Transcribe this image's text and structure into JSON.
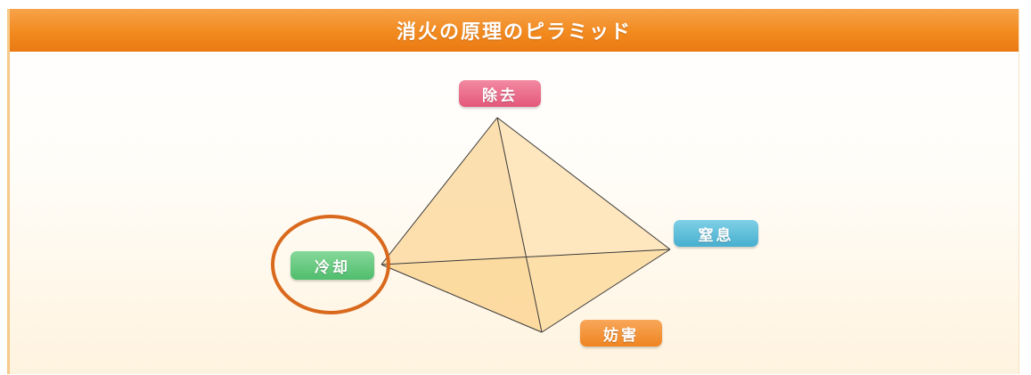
{
  "title": "消火の原理のピラミッド",
  "nodes": {
    "top": "除去",
    "right": "窒息",
    "left": "冷却",
    "bottom": "妨害"
  },
  "colors": {
    "header": "#f28a1f",
    "top": "#e4577a",
    "right": "#46afcf",
    "left": "#4fbd6c",
    "bottom": "#ef8420",
    "highlight_circle": "#d9691c"
  },
  "highlighted_node": "left"
}
